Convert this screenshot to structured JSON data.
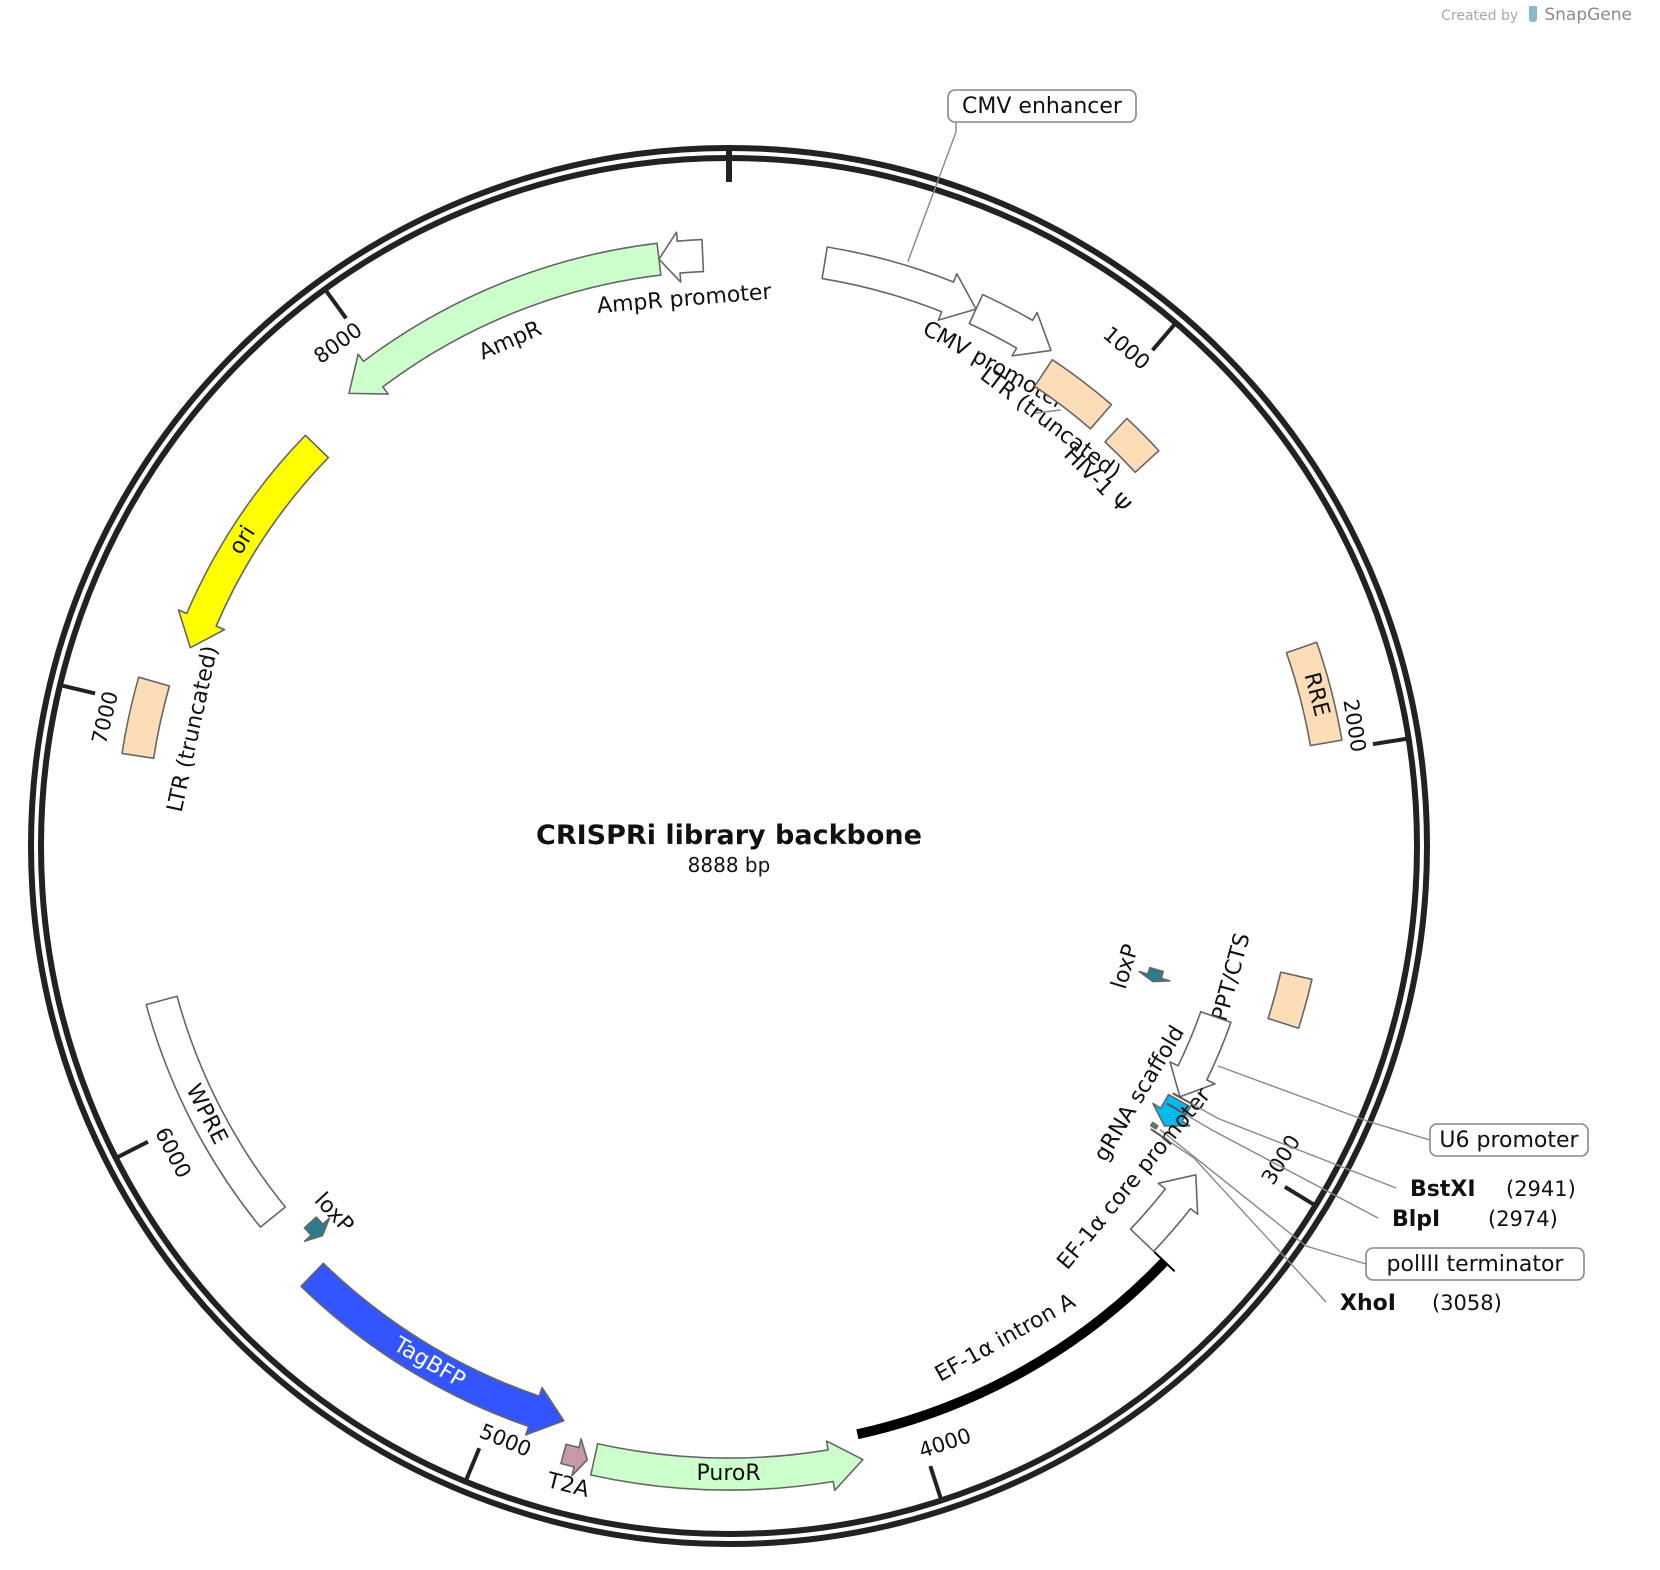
{
  "credit": {
    "created_by": "Created by",
    "brand": "SnapGene"
  },
  "map": {
    "title": "CRISPRi library backbone",
    "length_label": "8888 bp",
    "length_bp": 8888
  },
  "ticks": [
    {
      "bp": 1000,
      "label": "1000"
    },
    {
      "bp": 2000,
      "label": "2000"
    },
    {
      "bp": 3000,
      "label": "3000"
    },
    {
      "bp": 4000,
      "label": "4000"
    },
    {
      "bp": 5000,
      "label": "5000"
    },
    {
      "bp": 6000,
      "label": "6000"
    },
    {
      "bp": 7000,
      "label": "7000"
    },
    {
      "bp": 8000,
      "label": "8000"
    }
  ],
  "features": [
    {
      "name": "CMV enhancer",
      "start": 230,
      "end": 610,
      "strand": 1,
      "color": "#ffffff",
      "callout": true
    },
    {
      "name": "CMV promoter",
      "start": 610,
      "end": 815,
      "strand": 1,
      "color": "#ffffff"
    },
    {
      "name": "LTR (truncated)",
      "start": 830,
      "end": 1010,
      "strand": 0,
      "color": "#fddcb8",
      "callout": true
    },
    {
      "name": "HIV-1 Ψ",
      "start": 1060,
      "end": 1170,
      "strand": 0,
      "color": "#fddcb8"
    },
    {
      "name": "RRE",
      "start": 1750,
      "end": 1980,
      "strand": 0,
      "color": "#fddcb8"
    },
    {
      "name": "cPPT/CTS",
      "start": 2540,
      "end": 2660,
      "strand": 0,
      "color": "#fddcb8"
    },
    {
      "name": "U6 promoter",
      "start": 2700,
      "end": 2940,
      "strand": 1,
      "color": "#ffffff",
      "callout": true
    },
    {
      "name": "gRNA scaffold",
      "start": 2950,
      "end": 3030,
      "strand": 1,
      "color": "#00bbee"
    },
    {
      "name": "loxP",
      "start": 2620,
      "end": 2660,
      "strand": 1,
      "color": "#2b7c8c"
    },
    {
      "name": "polIII terminator",
      "start": 3040,
      "end": 3050,
      "strand": 0,
      "color": "#777777",
      "callout": true
    },
    {
      "name": "EF-1α core promoter",
      "start": 3090,
      "end": 3300,
      "strand": -1,
      "color": "#ffffff"
    },
    {
      "name": "EF-1α intron A",
      "start": 3300,
      "end": 4140,
      "strand": 0,
      "color": "#000000",
      "line": true
    },
    {
      "name": "PuroR",
      "start": 4140,
      "end": 4750,
      "strand": -1,
      "color": "#ccffcc"
    },
    {
      "name": "T2A",
      "start": 4765,
      "end": 4820,
      "strand": -1,
      "color": "#c898a8"
    },
    {
      "name": "TagBFP",
      "start": 4840,
      "end": 5535,
      "strand": -1,
      "color": "#3355ff",
      "inside_label_color": "#ffffff"
    },
    {
      "name": "loxP",
      "start": 5585,
      "end": 5630,
      "strand": -1,
      "color": "#2b7c8c"
    },
    {
      "name": "WPRE",
      "start": 5700,
      "end": 6290,
      "strand": 0,
      "color": "#ffffff"
    },
    {
      "name": "LTR (truncated)",
      "start": 6880,
      "end": 7060,
      "strand": 0,
      "color": "#fddcb8"
    },
    {
      "name": "ori",
      "start": 7165,
      "end": 7755,
      "strand": -1,
      "color": "#ffff00",
      "inside_label_color": "#111111"
    },
    {
      "name": "AmpR",
      "start": 7900,
      "end": 8720,
      "strand": -1,
      "color": "#ccffcc"
    },
    {
      "name": "AmpR promoter",
      "start": 8720,
      "end": 8825,
      "strand": -1,
      "color": "#ffffff"
    }
  ],
  "sites": [
    {
      "name": "BstXI",
      "position": "(2941)",
      "bp": 2941
    },
    {
      "name": "BlpI",
      "position": "(2974)",
      "bp": 2974
    },
    {
      "name": "XhoI",
      "position": "(3058)",
      "bp": 3058
    }
  ]
}
